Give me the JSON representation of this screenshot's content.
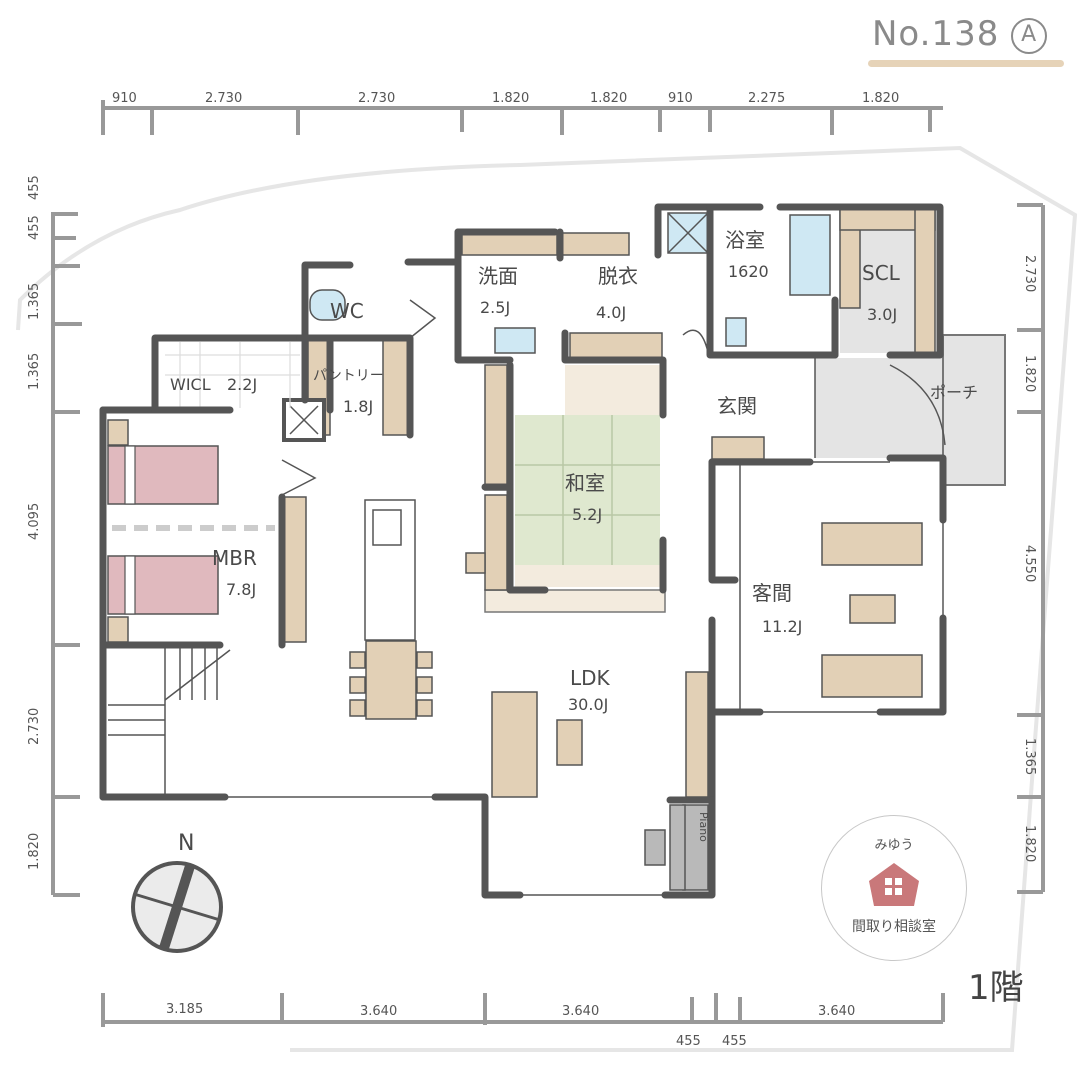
{
  "title": {
    "plan_number": "No.138",
    "variant": "A"
  },
  "floor_label": "1階",
  "dimensions": {
    "top": [
      "910",
      "2.730",
      "2.730",
      "1.820",
      "1.820",
      "910",
      "2.275",
      "1.820"
    ],
    "bottom": [
      "3.185",
      "3.640",
      "3.640",
      "3.640"
    ],
    "bottom_sub": [
      "455",
      "455"
    ],
    "left": [
      "455",
      "455",
      "1.365",
      "1.365",
      "4.095",
      "2.730",
      "1.820"
    ],
    "right": [
      "2.730",
      "1.820",
      "4.550",
      "1.365",
      "1.820"
    ]
  },
  "rooms": {
    "wc": {
      "name": "WC"
    },
    "senmen": {
      "name": "洗面",
      "area": "2.5J"
    },
    "datsui": {
      "name": "脱衣",
      "area": "4.0J"
    },
    "yokushitsu": {
      "name": "浴室",
      "area": "1620"
    },
    "scl": {
      "name": "SCL",
      "area": "3.0J"
    },
    "wicl": {
      "name": "WICL",
      "area": "2.2J"
    },
    "pantry": {
      "name": "パントリー",
      "area": "1.8J"
    },
    "genkan": {
      "name": "玄関"
    },
    "porch": {
      "name": "ポーチ"
    },
    "washitsu": {
      "name": "和室",
      "area": "5.2J"
    },
    "mbr": {
      "name": "MBR",
      "area": "7.8J"
    },
    "kyakuma": {
      "name": "客間",
      "area": "11.2J"
    },
    "ldk": {
      "name": "LDK",
      "area": "30.0J"
    }
  },
  "furniture": {
    "piano": "Piano"
  },
  "compass": {
    "north": "N"
  },
  "badge": {
    "top": "みゆう",
    "bottom": "間取り相談室"
  },
  "colors": {
    "wall": "#555555",
    "wood": "#e2d0b6",
    "tatami": "#dfe8cf",
    "bed": "#e0b9be",
    "water": "#cfe8f3",
    "gray_floor": "#e4e4e4",
    "badge_house": "#c9787a"
  }
}
